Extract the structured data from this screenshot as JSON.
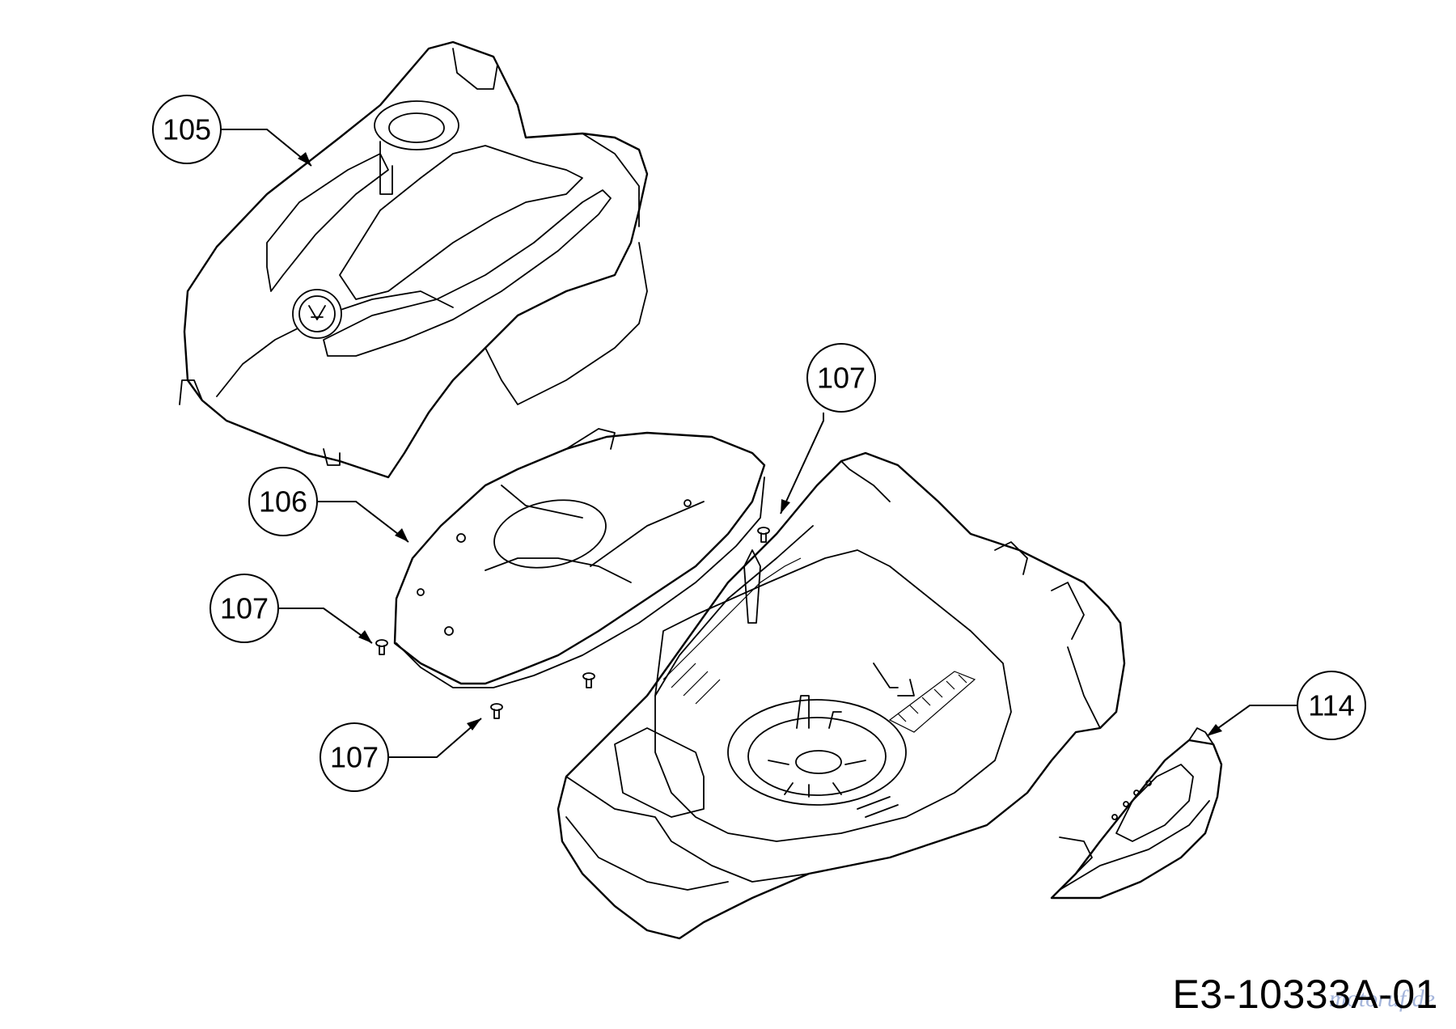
{
  "diagram": {
    "callouts": [
      {
        "id": "c105",
        "label": "105"
      },
      {
        "id": "c106",
        "label": "106"
      },
      {
        "id": "c107a",
        "label": "107"
      },
      {
        "id": "c107b",
        "label": "107"
      },
      {
        "id": "c107c",
        "label": "107"
      },
      {
        "id": "c114",
        "label": "114"
      }
    ],
    "drawing_code": "E3-10333A-01",
    "watermark": "motoruf.de"
  },
  "colors": {
    "line": "#000000",
    "background": "#ffffff"
  }
}
